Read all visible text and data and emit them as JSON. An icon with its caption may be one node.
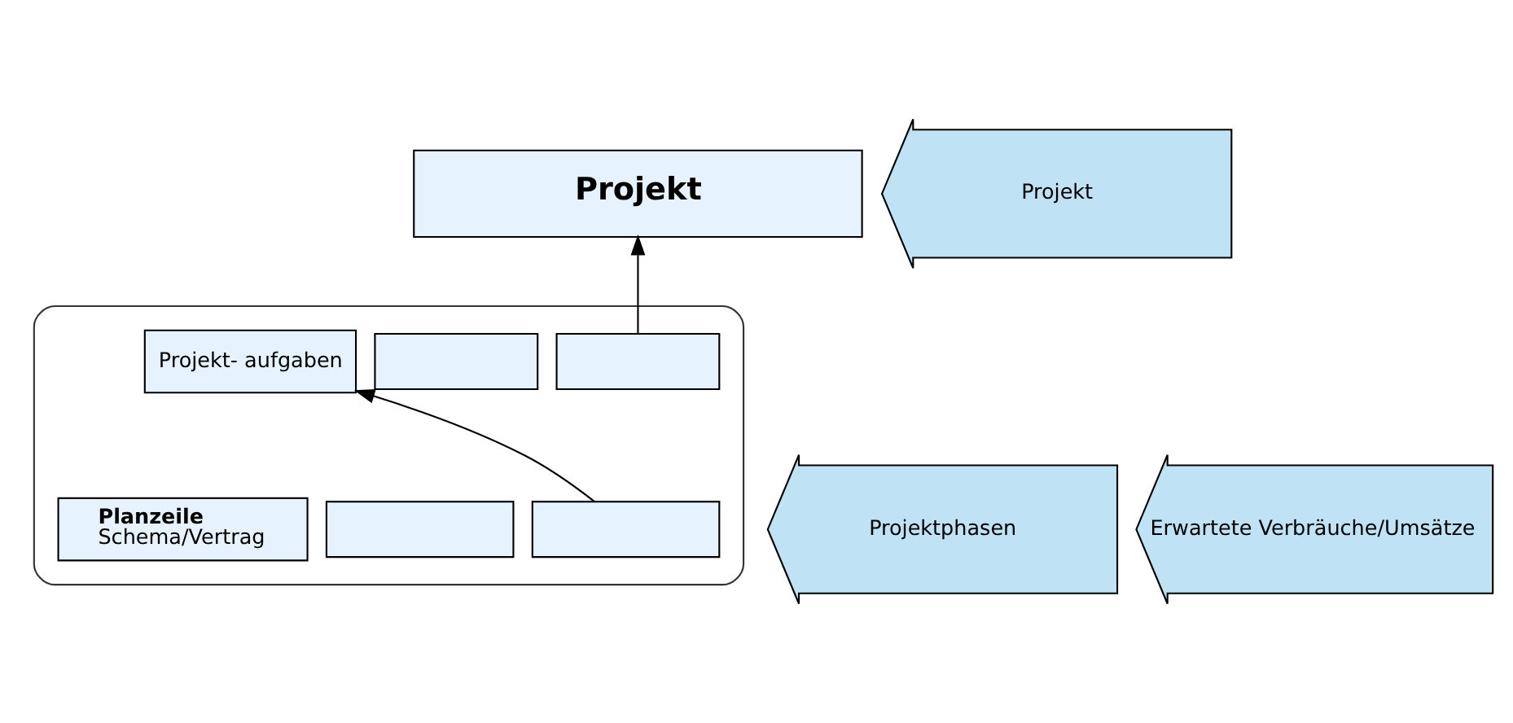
{
  "diagram": {
    "nodes": [
      {
        "text": [
          "Projekt"
        ]
      },
      {
        "text": [],
        "shape": "box"
      },
      {
        "text": [],
        "shape": "box",
        "in": 1
      },
      {
        "text": [],
        "shape": "box",
        "in": 1
      },
      {
        "text": [
          "Projekt- aufgaben"
        ],
        "in": 1
      },
      {
        "text": [],
        "shape": "box",
        "in": 1
      },
      {
        "text": [],
        "shape": "box",
        "in": 1
      },
      {
        "text": [
          "Planzeile",
          "Schema/Vertrag"
        ],
        "in": 1
      },
      {
        "text": [
          "Projekt"
        ]
      },
      {
        "text": [
          "Projektphasen"
        ]
      },
      {
        "text": [
          "Erwartete Verbräuche/Umsätze"
        ]
      }
    ],
    "edges": [
      {
        "from": 2,
        "to": 0,
        "arrow": "to"
      },
      {
        "from": 5,
        "to": 4,
        "arrow": "to"
      }
    ]
  }
}
